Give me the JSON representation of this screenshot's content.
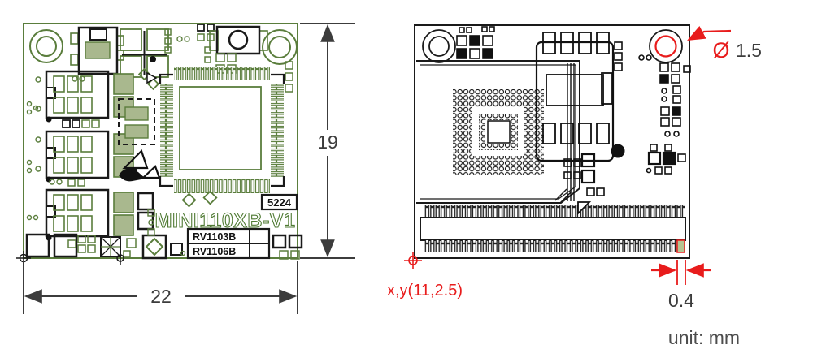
{
  "drawing": {
    "board_name": "MINI110XB-V1",
    "board_code": "5224",
    "chip_variants": [
      "RV1103B",
      "RV1106B"
    ],
    "dimensions": {
      "width": "22",
      "height": "19",
      "hole_diameter_symbol": "Ø",
      "hole_diameter": "1.5",
      "origin_label": "x,y(11,2.5)",
      "pad_width": "0.4",
      "unit": "unit: mm"
    },
    "colors": {
      "silkscreen_green": "#5a7d3c",
      "pad_sage": "#a9b88e",
      "outline_black": "#1a1a1a",
      "annotation_red": "#e81c1c",
      "dimension_gray": "#3c3c3c"
    }
  }
}
